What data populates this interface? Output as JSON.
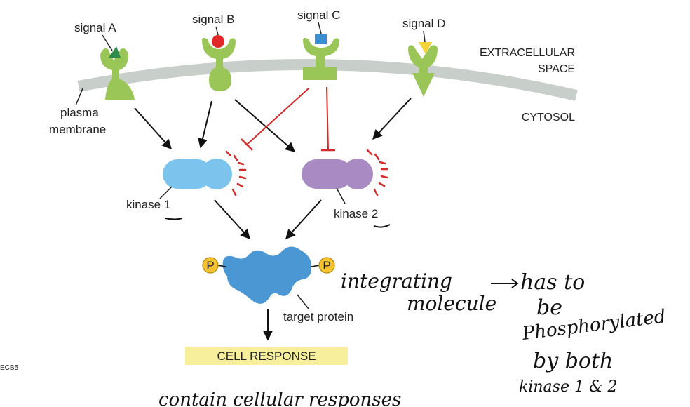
{
  "signals": {
    "a": {
      "label": "signal A",
      "color": "#2e8b4a"
    },
    "b": {
      "label": "signal B",
      "color": "#e02828"
    },
    "c": {
      "label": "signal C",
      "color": "#3a8fd0"
    },
    "d": {
      "label": "signal D",
      "color": "#f4d43a"
    }
  },
  "regions": {
    "extracellular_line1": "EXTRACELLULAR",
    "extracellular_line2": "SPACE",
    "cytosol": "CYTOSOL",
    "membrane_line1": "plasma",
    "membrane_line2": "membrane"
  },
  "kinases": {
    "k1": {
      "label": "kinase 1",
      "color": "#7cc4ee"
    },
    "k2": {
      "label": "kinase 2",
      "color": "#a98ac3"
    }
  },
  "target": {
    "label": "target protein",
    "phospho": "P",
    "color": "#4a97d4"
  },
  "response": {
    "label": "CELL RESPONSE",
    "color": "#f7ef9c"
  },
  "corner_label": "ECB5",
  "colors": {
    "receptor": "#9ac657",
    "membrane": "#c8ceca",
    "inhibit": "#d62b2b",
    "arrow": "#111111"
  },
  "annotations": {
    "integrating_1": "integrating",
    "integrating_2": "molecule",
    "has_to_1": "has to",
    "has_to_2": "be",
    "has_to_3": "Phosphorylated",
    "has_to_4": "by both",
    "has_to_5": "kinase 1 & 2",
    "bottom": "contain cellular responses"
  }
}
